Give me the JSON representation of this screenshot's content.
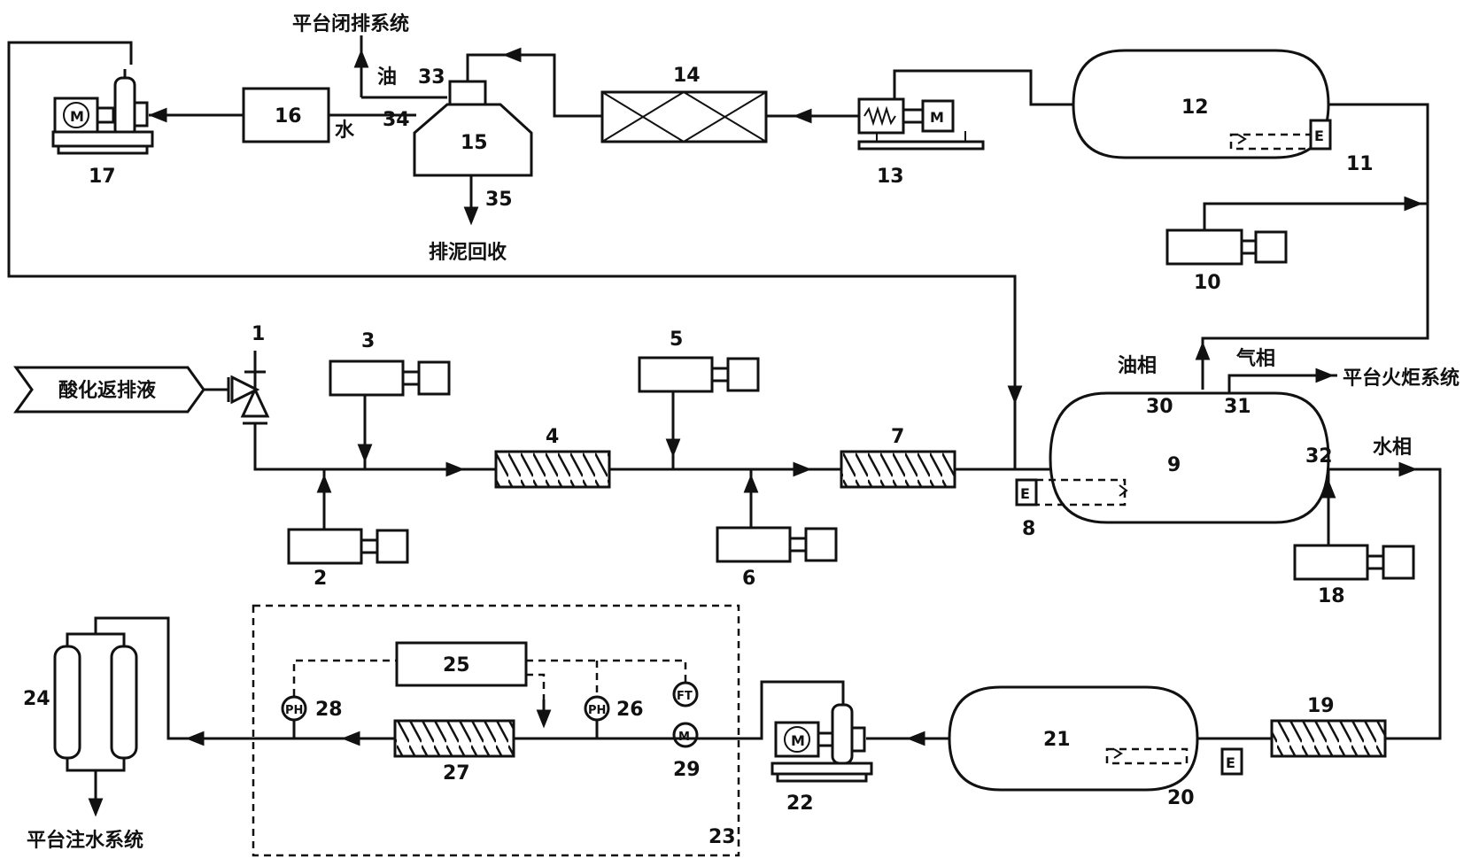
{
  "labels": {
    "inlet": "酸化返排液",
    "platform_closed_drain": "平台闭排系统",
    "sludge_recovery": "排泥回收",
    "platform_flare": "平台火炬系统",
    "platform_injection": "平台注水系统",
    "oil_phase": "油相",
    "gas_phase": "气相",
    "water_phase": "水相",
    "oil_short": "油",
    "water_short": "水",
    "inst_ph_a": "PH",
    "inst_ph_b": "PH",
    "inst_ft": "FT",
    "inst_m": "M"
  },
  "numbers": {
    "n1": "1",
    "n2": "2",
    "n3": "3",
    "n4": "4",
    "n5": "5",
    "n6": "6",
    "n7": "7",
    "n8": "8",
    "n9": "9",
    "n10": "10",
    "n11": "11",
    "n12": "12",
    "n13": "13",
    "n14": "14",
    "n15": "15",
    "n16": "16",
    "n17": "17",
    "n18": "18",
    "n19": "19",
    "n20": "20",
    "n21": "21",
    "n22": "22",
    "n23": "23",
    "n24": "24",
    "n25": "25",
    "n26": "26",
    "n27": "27",
    "n28": "28",
    "n29": "29",
    "n30": "30",
    "n31": "31",
    "n32": "32",
    "n33": "33",
    "n34": "34",
    "n35": "35"
  },
  "colors": {
    "line": "#111111",
    "background": "#ffffff"
  }
}
